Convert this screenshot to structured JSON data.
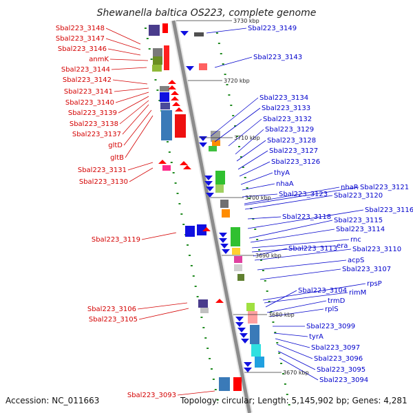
{
  "title": "Shewanella baltica OS223, complete genome",
  "accession": "Accession: NC_011663",
  "topology": "Topology: circular; Length: 5,145,902 bp; Genes: 4,281",
  "colors": {
    "left_label": "#d40000",
    "right_label": "#0000cc",
    "backbone": "#8c8c8c",
    "tick": "#1f8a1f",
    "forward_gene": "#ff0000",
    "reverse_gene": "#1010e0"
  },
  "kbp_ticks": [
    "3730 kbp",
    "3720 kbp",
    "3710 kbp",
    "3700 kbp",
    "3690 kbp",
    "3680 kbp",
    "3670 kbp"
  ],
  "left_labels": [
    "Sbal223_3148",
    "Sbal223_3147",
    "Sbal223_3146",
    "anmK",
    "Sbal223_3144",
    "Sbal223_3142",
    "Sbal223_3141",
    "Sbal223_3140",
    "Sbal223_3139",
    "Sbal223_3138",
    "Sbal223_3137",
    "gltD",
    "gltB",
    "Sbal223_3131",
    "Sbal223_3130",
    "Sbal223_3119",
    "Sbal223_3106",
    "Sbal223_3105",
    "Sbal223_3093"
  ],
  "right_labels": [
    "Sbal223_3149",
    "Sbal223_3143",
    "Sbal223_3134",
    "Sbal223_3133",
    "Sbal223_3132",
    "Sbal223_3129",
    "Sbal223_3128",
    "Sbal223_3127",
    "Sbal223_3126",
    "thyA",
    "nhaA",
    "nhaR",
    "Sbal223_3121",
    "Sbal223_3123",
    "Sbal223_3120",
    "Sbal223_3116",
    "Sbal223_3118",
    "Sbal223_3115",
    "Sbal223_3114",
    "rnc",
    "era",
    "Sbal223_3113",
    "Sbal223_3110",
    "acpS",
    "Sbal223_3107",
    "rpsP",
    "rimM",
    "Sbal223_3104",
    "trmD",
    "rplS",
    "Sbal223_3099",
    "tyrA",
    "Sbal223_3097",
    "Sbal223_3096",
    "Sbal223_3095",
    "Sbal223_3094"
  ]
}
